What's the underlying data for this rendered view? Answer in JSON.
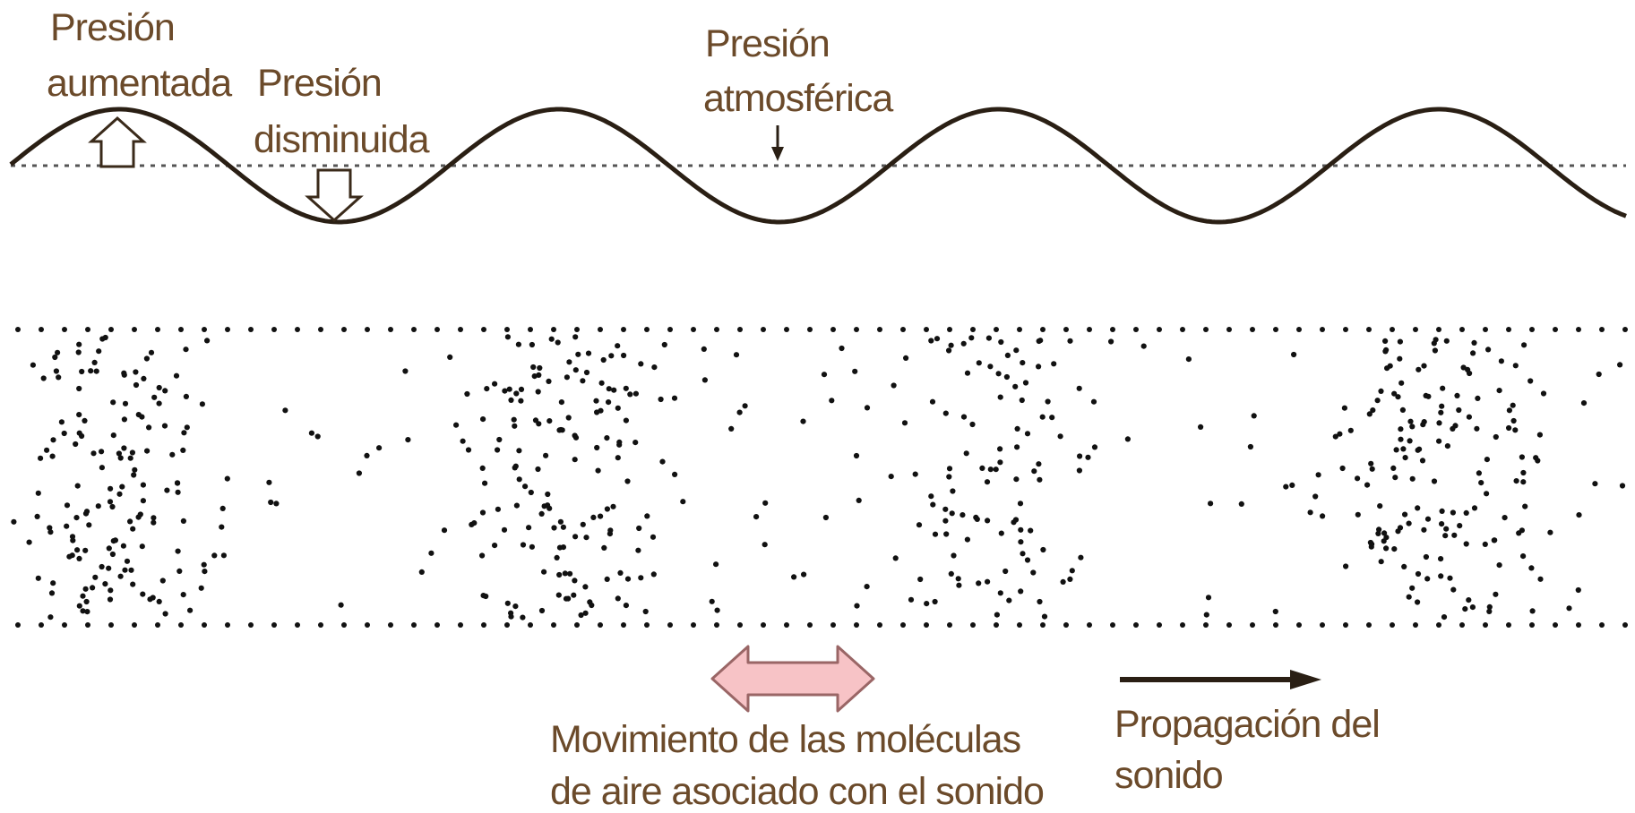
{
  "labels": {
    "increased_pressure": [
      "Presión",
      "aumentada"
    ],
    "decreased_pressure": [
      "Presión",
      "disminuida"
    ],
    "atmospheric_pressure": [
      "Presión",
      "atmosférica"
    ],
    "molecule_motion": [
      "Movimiento de las moléculas",
      "de aire asociado con el sonido"
    ],
    "propagation": [
      "Propagación del",
      "sonido"
    ]
  },
  "colors": {
    "label_text": "#6b4a2a",
    "wave_stroke": "#2a1f14",
    "baseline": "#555555",
    "dots": "#111111",
    "motion_arrow_fill": "#f7c3c6",
    "motion_arrow_stroke": "#9a6666",
    "propagation_arrow": "#2a1f14",
    "pressure_arrow_fill": "#ffffff",
    "pressure_arrow_stroke": "#3a2a1a"
  },
  "wave": {
    "cycles_shown": 3.6,
    "compressions": 4,
    "rarefactions": 4
  }
}
